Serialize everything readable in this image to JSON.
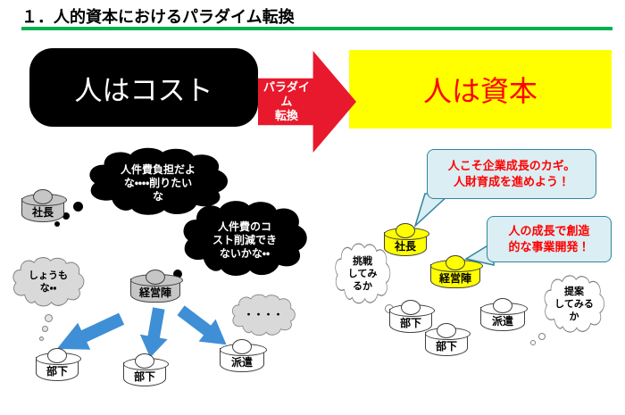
{
  "title": "１．人的資本におけるパラダイム転換",
  "banner": {
    "before_label": "人はコスト",
    "arrow_label": "パラダイム\n転換",
    "after_label": "人は資本"
  },
  "cost_scene": {
    "president_thought": "人件費負担だよ\nな・・・・削りたい\nな",
    "management_thought": "人件費のコ\nスト削減でき\nないかな・・",
    "subordinate_mutter": "しょうも\nな・・",
    "dispatch_mutter": "・・・・",
    "labels": {
      "president": "社長",
      "management": "経営陣",
      "subordinate1": "部下",
      "subordinate2": "部下",
      "dispatch": "派遣"
    }
  },
  "capital_scene": {
    "speech1": "人こそ企業成長のカギ。\n人財育成を進めよう！",
    "speech2": "人の成長で創造\n的な事業開発！",
    "subordinate_thought": "挑戦\nしてみ\nるか",
    "dispatch_thought": "提案\nしてみる\nか",
    "labels": {
      "president": "社長",
      "management": "経営陣",
      "subordinate1": "部下",
      "subordinate2": "部下",
      "dispatch": "派遣"
    }
  },
  "colors": {
    "accent_green": "#00B050",
    "arrow_red": "#E8192C",
    "highlight_yellow": "#FFFF00",
    "text_red": "#FF0000",
    "speech_fill": "#DAEEF3",
    "speech_border": "#31859C",
    "arrow_blue": "#3F8FD6"
  }
}
